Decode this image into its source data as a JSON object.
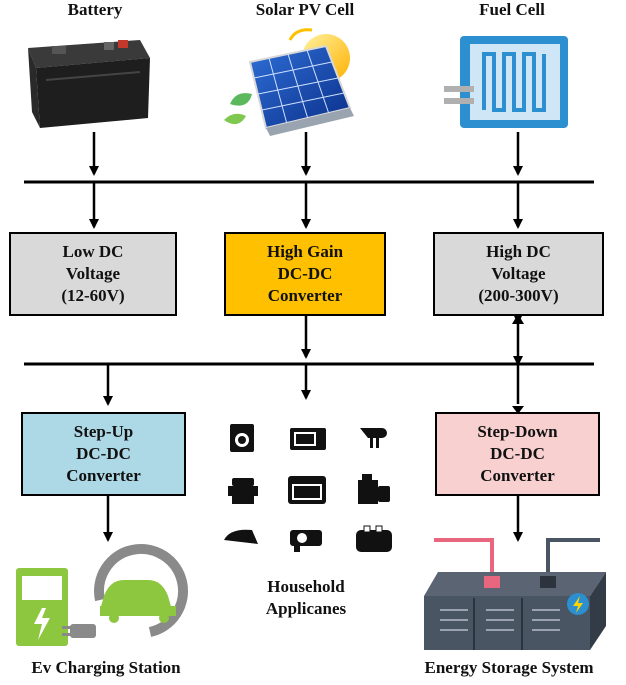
{
  "sources": {
    "battery": "Battery",
    "solar": "Solar PV Cell",
    "fuel_cell": "Fuel Cell"
  },
  "boxes": {
    "low_dc": [
      "Low DC",
      "Voltage",
      "(12-60V)"
    ],
    "high_gain": [
      "High Gain",
      "DC-DC",
      "Converter"
    ],
    "high_dc": [
      "High DC",
      "Voltage",
      "(200-300V)"
    ],
    "step_up": [
      "Step-Up",
      "DC-DC",
      "Converter"
    ],
    "step_down": [
      "Step-Down",
      "DC-DC",
      "Converter"
    ]
  },
  "loads": {
    "household": [
      "Household",
      "Applicanes"
    ],
    "ev": "Ev Charging Station",
    "storage": "Energy Storage System"
  },
  "colors": {
    "low_dc": "#d9d9d9",
    "high_gain": "#ffc000",
    "high_dc": "#d9d9d9",
    "step_up": "#add8e6",
    "step_down": "#f9d0d0",
    "ev_green": "#8dc63f",
    "storage_body": "#4a5563"
  },
  "icons": [
    "car-battery-icon",
    "solar-panel-icon",
    "fuel-cell-icon",
    "ev-charger-icon",
    "battery-storage-icon",
    "household-appliances-icons"
  ]
}
